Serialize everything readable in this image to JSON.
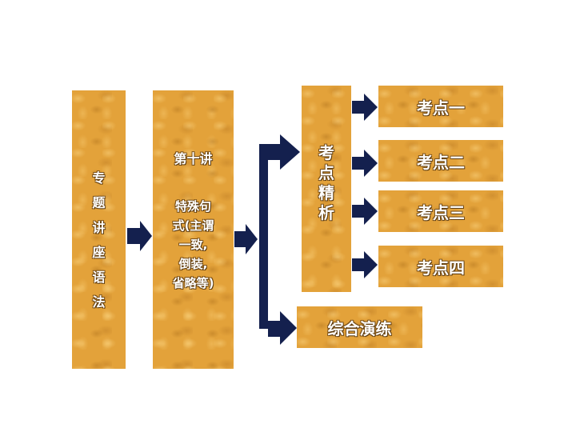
{
  "column1": {
    "text": "专\n题\n讲\n座\n语\n法"
  },
  "column2": {
    "heading": "第十讲",
    "body": "特殊句\n式(主谓\n一致,\n倒装,\n省略等)"
  },
  "column3": {
    "text": "考\n点\n精\n析"
  },
  "points": [
    {
      "label": "考点一"
    },
    {
      "label": "考点二"
    },
    {
      "label": "考点三"
    },
    {
      "label": "考点四"
    }
  ],
  "summary": {
    "label": "综合演练"
  },
  "colors": {
    "box": "#e3a23a",
    "arrow": "#14204e"
  }
}
